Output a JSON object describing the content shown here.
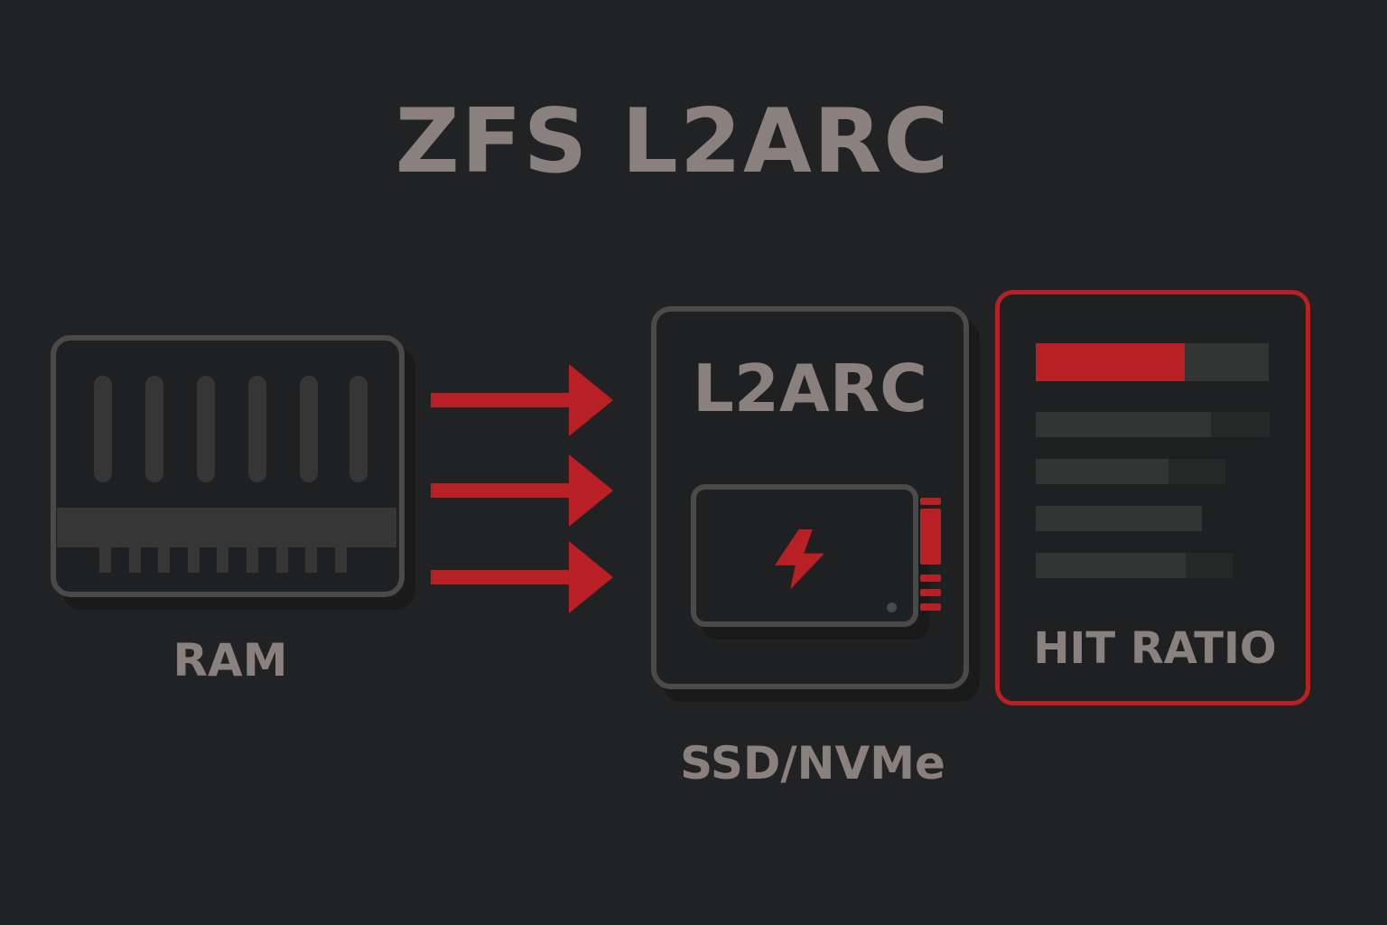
{
  "title": "ZFS L2ARC",
  "ram": {
    "label": "RAM"
  },
  "l2arc": {
    "label": "L2ARC",
    "device_label": "SSD/NVMe"
  },
  "hit_ratio": {
    "label": "HIT RATIO",
    "primary_fill": 0.64,
    "bars": [
      0.75,
      0.7,
      1.0,
      0.76
    ]
  },
  "colors": {
    "accent": "#b82025",
    "text": "#8a817e",
    "background": "#212223"
  }
}
